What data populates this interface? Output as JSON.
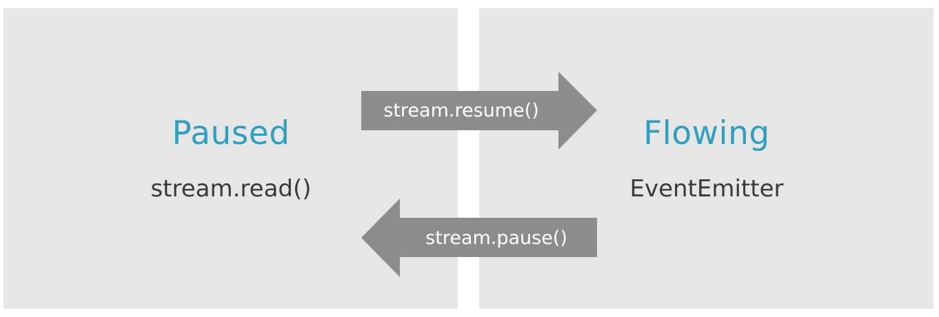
{
  "states": {
    "paused": {
      "title": "Paused",
      "method": "stream.read()"
    },
    "flowing": {
      "title": "Flowing",
      "method": "EventEmitter"
    }
  },
  "transitions": {
    "to_flowing": "stream.resume()",
    "to_paused": "stream.pause()"
  },
  "colors": {
    "panel": "#e6e6e6",
    "state_title": "#2f9fbf",
    "state_text": "#3a3a3a",
    "arrow": "#8c8c8c",
    "arrow_text": "#ffffff"
  }
}
